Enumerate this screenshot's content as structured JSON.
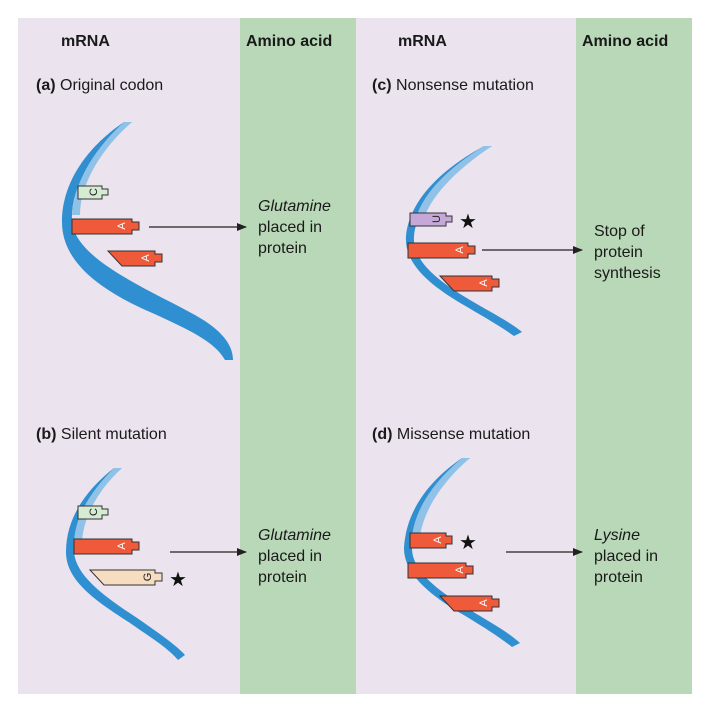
{
  "headers": {
    "left_mrna": "mRNA",
    "left_amino": "Amino acid",
    "right_mrna": "mRNA",
    "right_amino": "Amino acid"
  },
  "panels": {
    "a": {
      "letter": "(a)",
      "title": "Original codon",
      "bases": [
        "C",
        "A",
        "A"
      ],
      "result": [
        "Glutamine",
        "placed in",
        "protein"
      ]
    },
    "b": {
      "letter": "(b)",
      "title": "Silent mutation",
      "bases": [
        "C",
        "A",
        "G"
      ],
      "result": [
        "Glutamine",
        "placed in",
        "protein"
      ]
    },
    "c": {
      "letter": "(c)",
      "title": "Nonsense mutation",
      "bases": [
        "U",
        "A",
        "A"
      ],
      "result": [
        "Stop of",
        "protein",
        "synthesis"
      ]
    },
    "d": {
      "letter": "(d)",
      "title": "Missense mutation",
      "bases": [
        "A",
        "A",
        "A"
      ],
      "result": [
        "Lysine",
        "placed in",
        "protein"
      ]
    }
  },
  "mutation_marker": "★",
  "colors": {
    "mrna_bg": "#ebe3ee",
    "amino_bg": "#b8d8b8",
    "strand": "#2f8fd0",
    "base_C": "#d6ebd4",
    "base_A": "#ee5a3a",
    "base_G": "#f6dcc0",
    "base_U": "#c6a8d8"
  }
}
